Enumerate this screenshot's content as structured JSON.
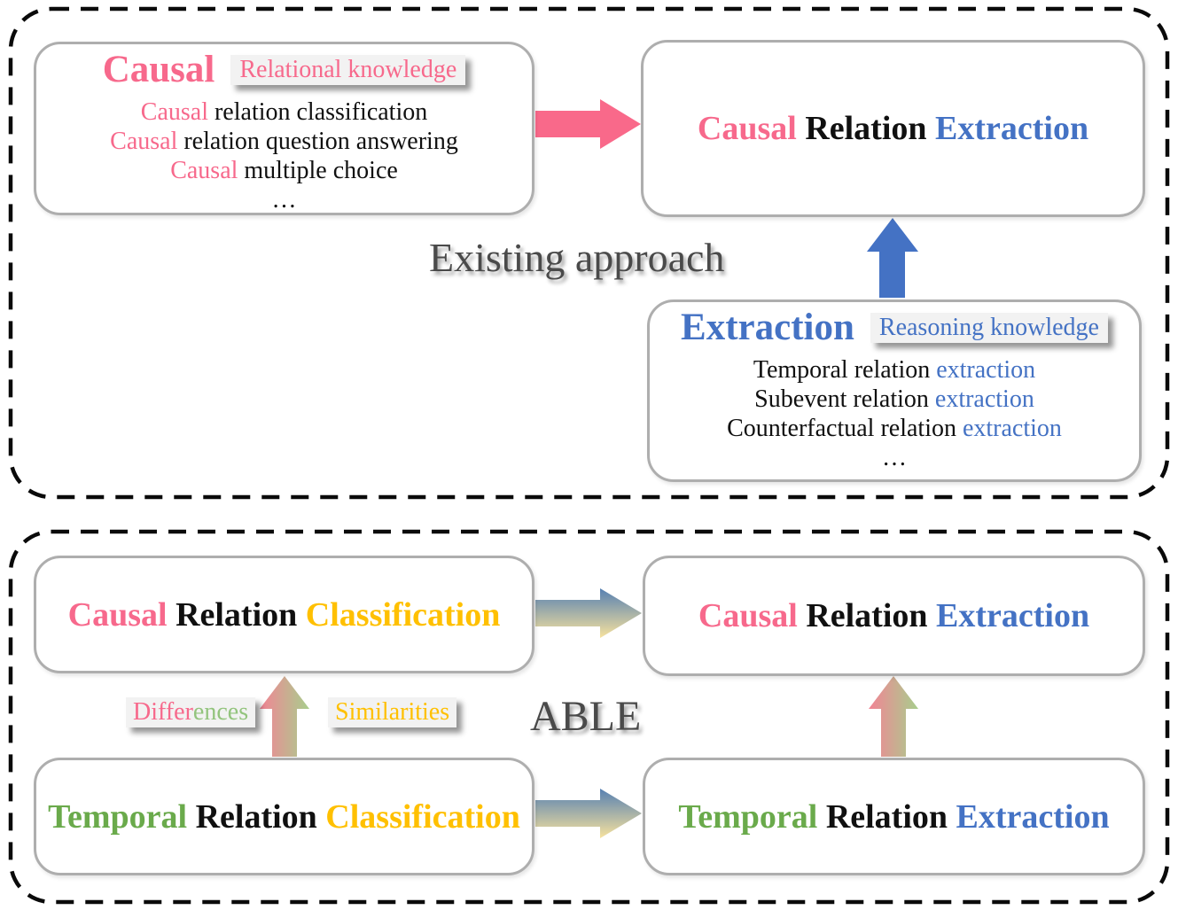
{
  "colors": {
    "pink": "#F7698C",
    "blue": "#4472C4",
    "green": "#6AAA4B",
    "gold": "#FFC000",
    "light_green": "#93C47D",
    "caption_gray": "#4A4A4A",
    "box_border": "#AEAEAE",
    "tag_background": "#F2F2F2",
    "arrow_pink": "#F9698A",
    "arrow_blue": "#4472C4",
    "gradient_blue_yellow": [
      "#5680B2",
      "#F7E29E"
    ],
    "gradient_pink_green": [
      "#F28495",
      "#A8CE8D"
    ]
  },
  "top_panel": {
    "caption": "Existing approach",
    "causal_box": {
      "heading": "Causal",
      "tag": "Relational knowledge",
      "items": [
        {
          "em": "Causal",
          "text": " relation classification"
        },
        {
          "em": "Causal",
          "text": " relation question answering"
        },
        {
          "em": "Causal",
          "text": " multiple choice"
        }
      ],
      "more": "…"
    },
    "result_box": {
      "w1": "Causal",
      "w2": "Relation",
      "w3": "Extraction"
    },
    "extraction_box": {
      "heading": "Extraction",
      "tag": "Reasoning knowledge",
      "items": [
        {
          "text": "Temporal relation ",
          "em": "extraction"
        },
        {
          "text": "Subevent relation ",
          "em": "extraction"
        },
        {
          "text": "Counterfactual relation ",
          "em": "extraction"
        }
      ],
      "more": "…"
    }
  },
  "bottom_panel": {
    "caption": "ABLE",
    "causal_classification_box": {
      "w1": "Causal",
      "w2": "Relation",
      "w3": "Classification"
    },
    "causal_extraction_box": {
      "w1": "Causal",
      "w2": "Relation",
      "w3": "Extraction"
    },
    "temporal_classification_box": {
      "w1": "Temporal",
      "w2": "Relation",
      "w3": "Classification"
    },
    "temporal_extraction_box": {
      "w1": "Temporal",
      "w2": "Relation",
      "w3": "Extraction"
    },
    "arrow_labels": {
      "differences_em": "Differ",
      "differences_rest": "ences",
      "similarities": "Similarities"
    }
  }
}
